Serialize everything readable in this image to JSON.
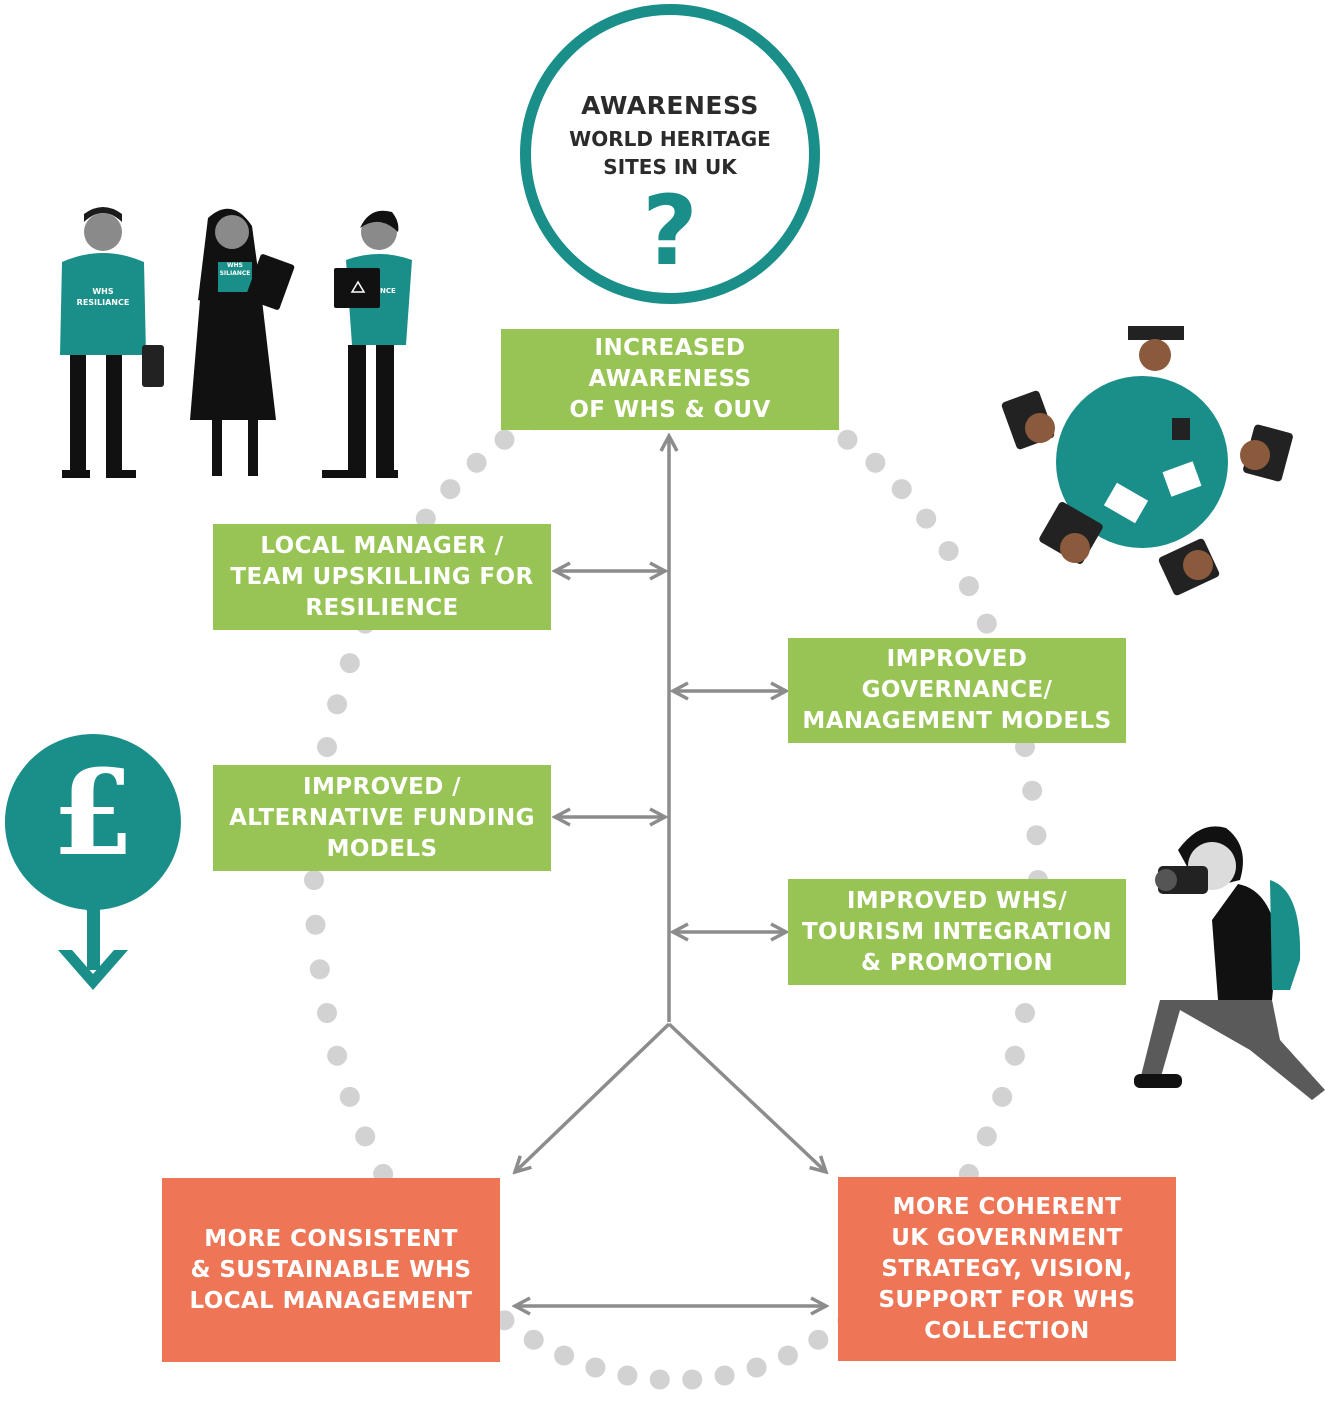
{
  "awareness": {
    "title": "AWARENESS",
    "line1": "WORLD HERITAGE",
    "line2": "SITES IN UK",
    "symbol": "?"
  },
  "boxes": {
    "increased_awareness": "INCREASED AWARENESS\nOF WHS & OUV",
    "local_manager": "LOCAL MANAGER /\nTEAM UPSKILLING FOR\nRESILIENCE",
    "governance": "IMPROVED\nGOVERNANCE/\nMANAGEMENT MODELS",
    "funding": "IMPROVED /\nALTERNATIVE FUNDING\nMODELS",
    "tourism": "IMPROVED WHS/\nTOURISM INTEGRATION\n& PROMOTION",
    "local_management": "MORE CONSISTENT\n& SUSTAINABLE WHS\nLOCAL MANAGEMENT",
    "government": "MORE COHERENT\nUK GOVERNMENT\nSTRATEGY, VISION,\nSUPPORT FOR WHS\nCOLLECTION"
  },
  "figures": {
    "vest_label": "WHS\nRESILIANCE",
    "vest_label_short": "WHS\nSILIANCE",
    "laptop_label": "NCE",
    "currency_symbol": "£"
  },
  "colors": {
    "teal": "#1a8e89",
    "green": "#97c455",
    "orange": "#ee7556",
    "arrow_gray": "#8c8c8c",
    "dot_gray": "#d2d2d2"
  }
}
